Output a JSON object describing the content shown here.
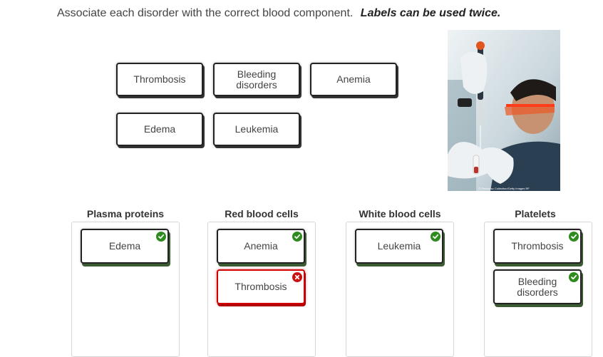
{
  "instructions": {
    "text": "Associate each disorder with the correct blood component.",
    "emphasis": "Labels can be used twice."
  },
  "label_bank": [
    {
      "label": "Thrombosis"
    },
    {
      "label": "Bleeding\ndisorders"
    },
    {
      "label": "Anemia"
    },
    {
      "label": "Edema"
    },
    {
      "label": "Leukemia"
    }
  ],
  "photo": {
    "credit": "© Photodisc Collection/Getty Images RF"
  },
  "columns": [
    {
      "title": "Plasma proteins",
      "placed": [
        {
          "label": "Edema",
          "status": "correct"
        }
      ]
    },
    {
      "title": "Red blood cells",
      "placed": [
        {
          "label": "Anemia",
          "status": "correct"
        },
        {
          "label": "Thrombosis",
          "status": "incorrect"
        }
      ]
    },
    {
      "title": "White blood cells",
      "placed": [
        {
          "label": "Leukemia",
          "status": "correct"
        }
      ]
    },
    {
      "title": "Platelets",
      "placed": [
        {
          "label": "Thrombosis",
          "status": "correct"
        },
        {
          "label": "Bleeding\ndisorders",
          "status": "correct"
        }
      ]
    }
  ],
  "colors": {
    "correct": "#2e8b1e",
    "incorrect": "#cc1111"
  }
}
